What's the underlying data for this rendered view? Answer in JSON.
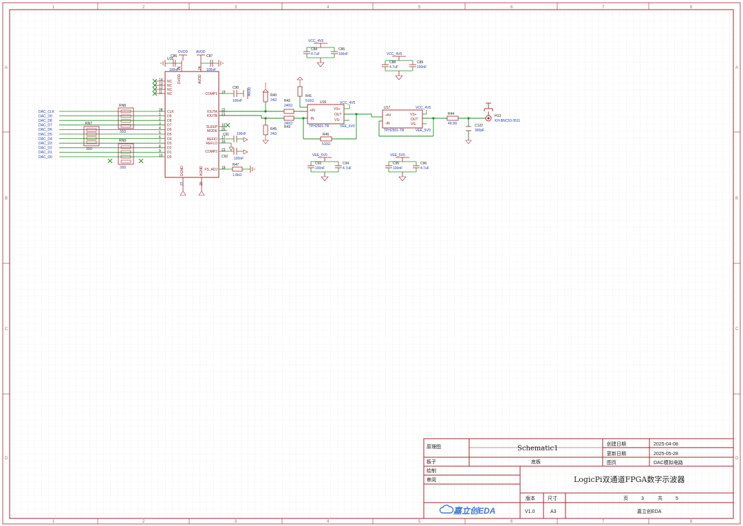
{
  "page": {
    "title": "LogicPi双通道FPGA数字示波器"
  },
  "colors": {
    "frame": "#a3242b",
    "wire": "#1e8c1e",
    "comp": "#a3242b",
    "label": "#1f3ca8",
    "grid": "#e6e6e6"
  },
  "ruler": {
    "left": [
      "A",
      "B",
      "C",
      "D"
    ],
    "right": [
      "A",
      "B",
      "C",
      "D"
    ],
    "top": [
      "1",
      "2",
      "3",
      "4",
      "5",
      "6",
      "7",
      "8"
    ],
    "bottom": [
      "1",
      "2",
      "3",
      "4",
      "5",
      "6",
      "7",
      "8"
    ]
  },
  "schematic": {
    "dac": {
      "pins_left": [
        "CLK",
        "D9",
        "D8",
        "D7",
        "D6",
        "D5",
        "D4",
        "D3",
        "D2",
        "D1",
        "D0"
      ],
      "pin_nums_left": [
        "28",
        "1",
        "2",
        "3",
        "4",
        "5",
        "6",
        "7",
        "8",
        "9",
        "10"
      ],
      "nc": [
        "NC",
        "NC",
        "NC",
        "NC"
      ],
      "nc_nums": [
        "14",
        "13",
        "12",
        "11"
      ],
      "pins_right": [
        "COMP1",
        "IOUTA",
        "IOUTB",
        "SLEEP",
        "MODE",
        "REFIO",
        "REFLO",
        "COMP2",
        "FS_ADJ"
      ],
      "pin_nums_right": [
        "19",
        "22",
        "21",
        "15",
        "25",
        "17",
        "16",
        "23",
        "18"
      ],
      "top_pins": [
        "DVDD",
        "AVDD"
      ],
      "top_nums": [
        "26",
        "24"
      ],
      "bottom_pins": [
        "DGND",
        "AGND"
      ],
      "bottom_nums": [
        "27",
        "20"
      ]
    },
    "dac_nets": [
      "DAC_CLK",
      "DAC_D9",
      "DAC_D8",
      "DAC_D7",
      "DAC_D6",
      "DAC_D5",
      "DAC_D4",
      "DAC_D3",
      "DAC_D2",
      "DAC_D1",
      "DAC_D0"
    ],
    "resnets": [
      {
        "ref": "RN8",
        "val": "33Ω"
      },
      {
        "ref": "RN7",
        "val": "33Ω"
      },
      {
        "ref": "RN9",
        "val": "33Ω"
      }
    ],
    "parts": {
      "c86": {
        "ref": "C86",
        "val": "100nF"
      },
      "c87": {
        "ref": "C87",
        "val": "100nF"
      },
      "u15": "U15",
      "dvdd": "DVDD",
      "avdd": "AVDD",
      "c90": {
        "ref": "C90",
        "val": "100nF"
      },
      "c91": {
        "ref": "C91",
        "val": "100nF"
      },
      "c92": {
        "ref": "C92",
        "val": "100nF"
      },
      "r47": {
        "ref": "R47",
        "val": "1.8kΩ"
      },
      "r40": {
        "ref": "R40",
        "val": "24Ω"
      },
      "r45": {
        "ref": "R45",
        "val": "24Ω"
      },
      "r42": {
        "ref": "R42",
        "val": "240Ω"
      },
      "r43": {
        "ref": "R43",
        "val": "240Ω"
      },
      "r41": {
        "ref": "R41",
        "val": "510Ω"
      },
      "r46": {
        "ref": "R46",
        "val": "510Ω"
      },
      "r44": {
        "ref": "R44",
        "val": "49.9Ω"
      },
      "c122": {
        "ref": "C122",
        "val": "300pF"
      },
      "h3": {
        "ref": "H13",
        "val": "KH-BNC50-3511"
      },
      "u16": {
        "ref": "U16",
        "part": "TPH2501-TR"
      },
      "u17": {
        "ref": "U17",
        "part": "TPH2501-TR"
      },
      "op_pins": [
        "+IN",
        "-IN",
        "VS+",
        "OUT",
        "VS-"
      ],
      "vcc": "VCC_4V5",
      "vee": "VEE_5V0",
      "c84": {
        "ref": "C84",
        "val": "4.7uF"
      },
      "c85": {
        "ref": "C85",
        "val": "100nF"
      },
      "c88": {
        "ref": "C88",
        "val": "4.7uF"
      },
      "c89": {
        "ref": "C89",
        "val": "100nF"
      },
      "c93": {
        "ref": "C93",
        "val": "100nF"
      },
      "c94": {
        "ref": "C94",
        "val": "4.7uF"
      },
      "c95": {
        "ref": "C95",
        "val": "100nF"
      },
      "c96": {
        "ref": "C96",
        "val": "4.7uF"
      }
    }
  },
  "title_block": {
    "l_schematic": "原理图",
    "v_schematic": "Schematic1",
    "l_created": "创建日期",
    "v_created": "2025-04-08",
    "l_updated": "更新日期",
    "v_updated": "2025-05-28",
    "l_board": "板子",
    "v_board": "底板",
    "l_sheet": "图页",
    "v_sheet": "DAC模拟电路",
    "l_drawn": "绘制",
    "l_review": "审阅",
    "title": "LogicPi双通道FPGA数字示波器",
    "l_version": "版本",
    "l_size": "尺寸",
    "v_version": "V1.0",
    "v_size": "A3",
    "l_page": "页",
    "v_page": "3",
    "l_total": "共",
    "v_total": "5",
    "logo": "嘉立创EDA",
    "company": "嘉立创EDA"
  }
}
